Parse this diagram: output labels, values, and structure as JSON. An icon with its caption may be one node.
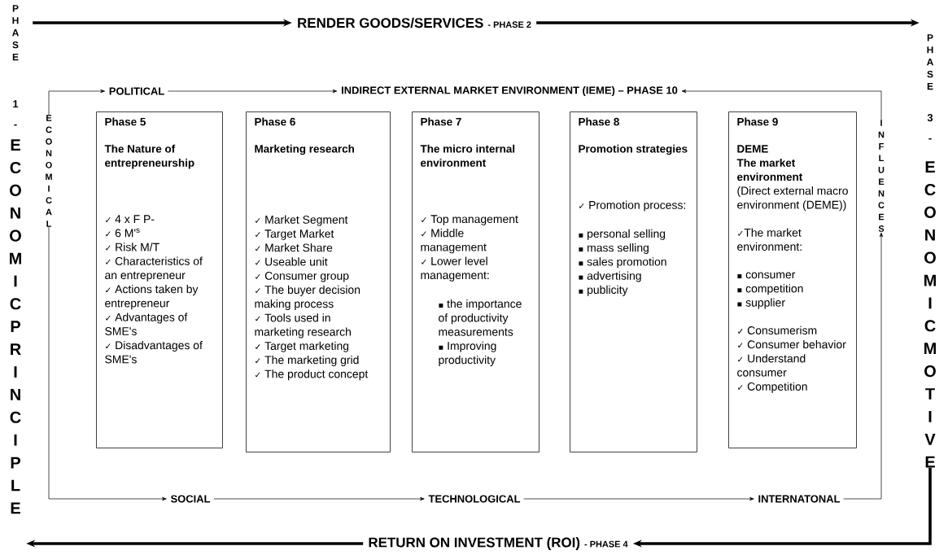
{
  "diagram": {
    "nodes": [
      {
        "text": [
          "PHASE",
          "1 -",
          "ECONOMIC PRINCIPLE"
        ]
      },
      {
        "text": [
          "RENDER GOODS/SERVICES",
          "- PHASE 2"
        ]
      },
      {
        "text": [
          "PHASE",
          "3 -",
          "ECONOMIC MOTIVE"
        ]
      },
      {
        "text": [
          "POLITICAL"
        ]
      },
      {
        "text": [
          "INDIRECT EXTERNAL MARKET ENVIRONMENT (IEME) – PHASE 10"
        ]
      },
      {
        "text": [
          "ECONOMICAL"
        ]
      },
      {
        "text": [
          "Phase 5",
          "The Nature of entrepreneurship",
          "✓ 4 x F P-",
          "✓ 6 M'$^{s}$",
          "✓ Risk M/T",
          "✓ Characteristics of an entrepreneur",
          "✓ Actions taken by entrepreneur",
          "✓ Advantages of SME's",
          "✓ Disadvantages of SME's"
        ]
      },
      {
        "text": [
          "Phase 6",
          "Marketing research",
          "✓ Market Segment",
          "✓ Target Market",
          "✓ Market Share",
          "✓ Useable unit",
          "✓ Consumer group",
          "✓ The buyer decision making process",
          "✓ Tools used in marketing research",
          "✓ Target marketing",
          "✓ The marketing grid",
          "✓ The product concept"
        ]
      },
      {
        "text": [
          "Phase 7",
          "The micro internal environment",
          "✓ Top management",
          "✓ Middle management",
          "✓ Lower level management:",
          "▪ the importance of productivity measurements",
          "▪ Improving productivity"
        ]
      },
      {
        "text": [
          "Phase 8",
          "Promotion strategies",
          "✓ Promotion process:",
          "▪ personal selling",
          "▪ mass selling",
          "▪ sales promotion",
          "▪ advertising",
          "▪ publicity"
        ]
      },
      {
        "text": [
          "Phase 9",
          "DEME",
          "The market environment",
          "(Direct external macro environment (DEME))",
          "✓The market environment:",
          "▪ consumer",
          "▪ competition",
          "▪ supplier",
          "✓ Consumerism",
          "✓ Consumer behavior",
          "✓ Understand consumer",
          "✓ Competition"
        ]
      },
      {
        "text": [
          "INFLUENCES"
        ]
      },
      {
        "text": [
          "SOCIAL"
        ]
      },
      {
        "text": [
          "TECHNOLOGICAL"
        ]
      },
      {
        "text": [
          "INTERNATONAL"
        ]
      },
      {
        "text": [
          "RETURN ON INVESTMENT (ROI)",
          "- PHASE 4"
        ]
      }
    ],
    "edges": [
      {
        "from": 0,
        "to": 1,
        "arrow": "to",
        "style": "thick"
      },
      {
        "from": 1,
        "to": 2,
        "arrow": "to",
        "style": "thick"
      },
      {
        "from": 2,
        "to": 15,
        "arrow": "to",
        "style": "thick"
      },
      {
        "from": 15,
        "to": 0,
        "arrow": "to",
        "style": "thick"
      },
      {
        "from": 5,
        "to": 3,
        "arrow": "to"
      },
      {
        "from": 3,
        "to": 4,
        "arrow": "to"
      },
      {
        "from": 11,
        "to": 4,
        "arrow": "to"
      },
      {
        "from": 5,
        "to": 12,
        "arrow": "to"
      },
      {
        "from": 12,
        "to": 13,
        "arrow": "to"
      },
      {
        "from": 13,
        "to": 14,
        "arrow": "to"
      },
      {
        "from": 14,
        "to": 11,
        "arrow": "to"
      }
    ]
  }
}
